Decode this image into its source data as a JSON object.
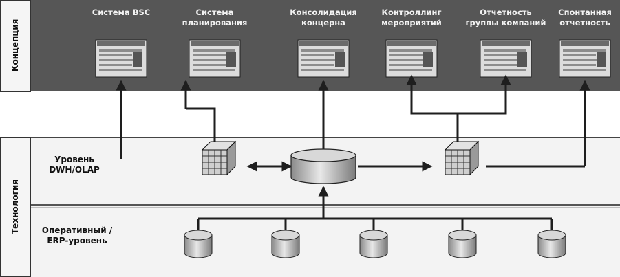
{
  "concept": {
    "side_label": "Концепция",
    "systems": [
      {
        "line1": "Система BSC",
        "line2": ""
      },
      {
        "line1": "Система",
        "line2": "планирования"
      },
      {
        "line1": "Консолидация",
        "line2": "концерна"
      },
      {
        "line1": "Контроллинг",
        "line2": "мероприятий"
      },
      {
        "line1": "Отчетность",
        "line2": "группы компаний"
      },
      {
        "line1": "Спонтанная",
        "line2": "отчетность"
      }
    ]
  },
  "technology": {
    "side_label": "Технология",
    "dwh_label_line1": "Уровень",
    "dwh_label_line2": "DWH/OLAP",
    "erp_label_line1": "Оперативный /",
    "erp_label_line2": "ERP-уровень"
  },
  "colors": {
    "concept_band": "#565656",
    "thumb_frame": "#dcdcdc",
    "arrow": "#1e1e1e",
    "tech_bg": "#f3f3f3"
  }
}
